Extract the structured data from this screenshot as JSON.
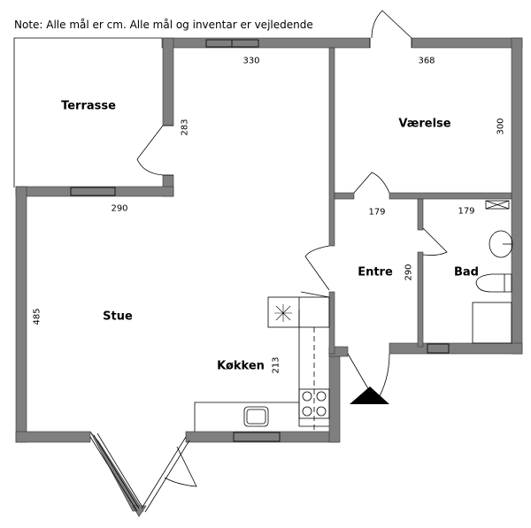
{
  "note": "Note: Alle mål er cm. Alle mål og inventar er vejledende",
  "rooms": {
    "terrasse": "Terrasse",
    "vaerelse": "Værelse",
    "stue": "Stue",
    "koekken": "Køkken",
    "entre": "Entre",
    "bad": "Bad"
  },
  "dimensions": {
    "stue_top": "330",
    "vaerelse_top": "368",
    "stue_side": "283",
    "vaerelse_side": "300",
    "stue_lower": "290",
    "entre_top": "179",
    "bad_top": "179",
    "entre_side": "290",
    "stue_left": "485",
    "koekken_side": "213"
  },
  "colors": {
    "wall": "#7f7f7f",
    "line": "#000000"
  }
}
